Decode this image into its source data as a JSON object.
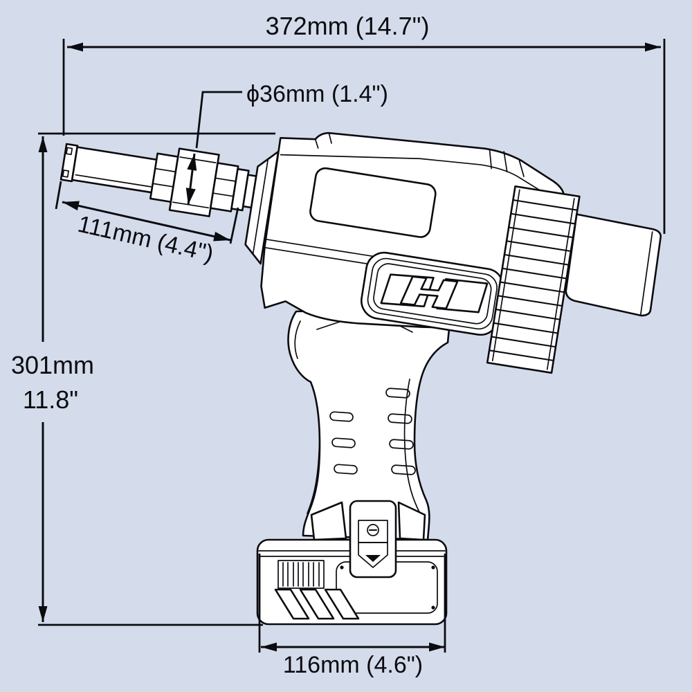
{
  "page": {
    "type": "product-dimension-diagram",
    "subject": "cordless-rivet-gun-side-view"
  },
  "colors": {
    "background": "#d4dceb",
    "line": "#0b0b10",
    "fillc": "#ffffff"
  },
  "dimensions": {
    "overall_length": "372mm (14.7\")",
    "overall_height_mm": "301mm",
    "overall_height_in": "11.8\"",
    "nose_diameter": "ϕ36mm (1.4\")",
    "nose_length": "111mm (4.4\")",
    "battery_width": "116mm (4.6\")"
  }
}
